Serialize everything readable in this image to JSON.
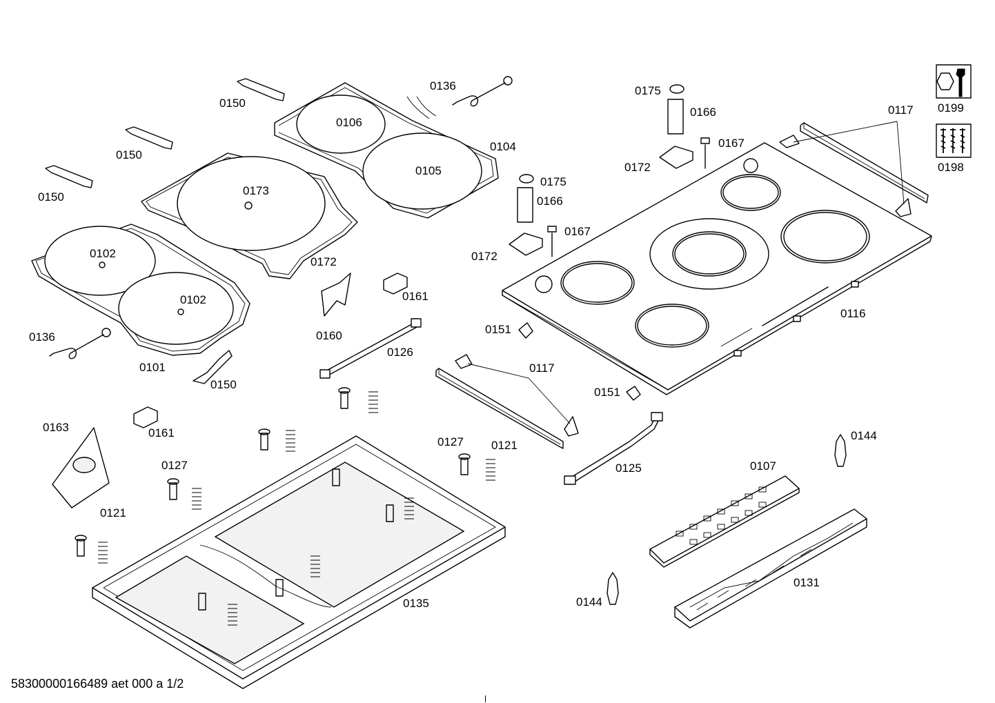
{
  "document": {
    "reference": "58300000166489 aet 000 a 1/2"
  },
  "parts": {
    "p0101": "0101",
    "p0102a": "0102",
    "p0102b": "0102",
    "p0104": "0104",
    "p0105": "0105",
    "p0106": "0106",
    "p0107": "0107",
    "p0116": "0116",
    "p0117a": "0117",
    "p0117b": "0117",
    "p0121a": "0121",
    "p0121b": "0121",
    "p0125": "0125",
    "p0126": "0126",
    "p0127a": "0127",
    "p0127b": "0127",
    "p0131": "0131",
    "p0135": "0135",
    "p0136a": "0136",
    "p0136b": "0136",
    "p0144a": "0144",
    "p0144b": "0144",
    "p0150a": "0150",
    "p0150b": "0150",
    "p0150c": "0150",
    "p0150d": "0150",
    "p0151a": "0151",
    "p0151b": "0151",
    "p0160": "0160",
    "p0161a": "0161",
    "p0161b": "0161",
    "p0163": "0163",
    "p0166a": "0166",
    "p0166b": "0166",
    "p0167a": "0167",
    "p0167b": "0167",
    "p0172a": "0172",
    "p0172b": "0172",
    "p0172c": "0172",
    "p0173": "0173",
    "p0175a": "0175",
    "p0175b": "0175",
    "p0198": "0198",
    "p0199": "0199"
  },
  "icons": {
    "tool_kit": "wrench-nut-icon",
    "screw_kit": "screws-icon"
  }
}
